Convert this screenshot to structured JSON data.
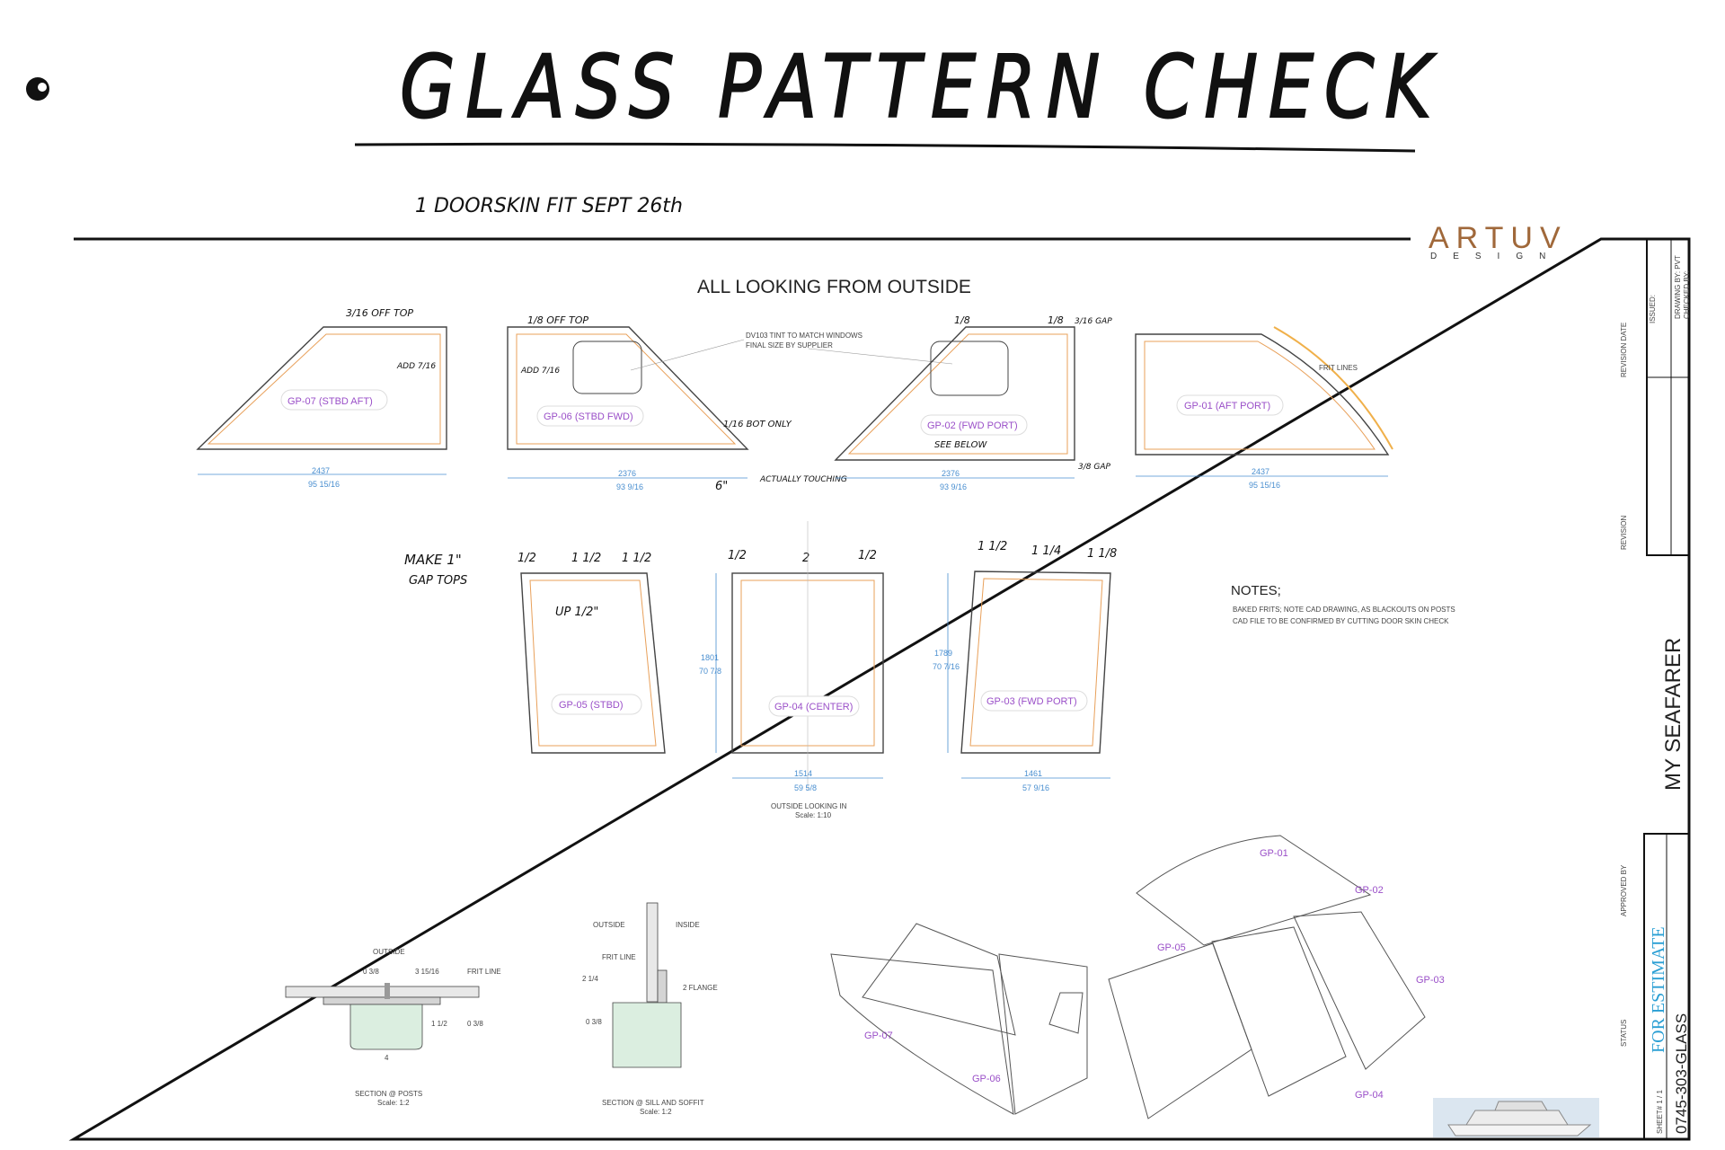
{
  "header": {
    "title": "GLASS PATTERN CHECK",
    "subtitle": "1 DOORSKIN FIT SEPT 26th"
  },
  "app": {
    "icon": "cursor-app-icon"
  },
  "sheet": {
    "heading": "ALL LOOKING FROM OUTSIDE",
    "brand_main": "ARTUV",
    "brand_sub": "DESIGN",
    "project": "MY SEAFARER",
    "stamp": "FOR ESTIMATE",
    "drawing_no": "0745-303-GLASS",
    "sheet_label": "SHEET# 1 / 1",
    "tb_issued": "ISSUED:",
    "tb_drawn": "DRAWING BY: PVT",
    "tb_checked": "CHECKED BY:",
    "tb_revision": "REVISION DATE",
    "tb_revision2": "REVISION",
    "tb_approved": "APPROVED BY",
    "tb_status": "STATUS"
  },
  "panels": {
    "gp07": "GP-07 (STBD AFT)",
    "gp06": "GP-06 (STBD FWD)",
    "gp02": "GP-02 (FWD PORT)",
    "gp01": "GP-01 (AFT PORT)",
    "gp05": "GP-05 (STBD)",
    "gp04": "GP-04 (CENTER)",
    "gp03": "GP-03 (FWD PORT)"
  },
  "dims": {
    "gp07_mm": "2437",
    "gp07_in": "95 15/16",
    "gp06_mm": "2376",
    "gp06_in": "93 9/16",
    "gp02_mm": "2376",
    "gp02_in": "93 9/16",
    "gp01_mm": "2437",
    "gp01_in": "95 15/16",
    "gp04_h_mm": "1801",
    "gp04_h_in": "70 7/8",
    "gp03_h_mm": "1789",
    "gp03_h_in": "70 7/16",
    "gp04_w_mm": "1514",
    "gp04_w_in": "59 5/8",
    "gp03_w_mm": "1461",
    "gp03_w_in": "57 9/16"
  },
  "annotations": {
    "tint": "DV103 TINT TO MATCH WINDOWS",
    "final_size": "FINAL SIZE BY SUPPLIER",
    "outside_looking_in": "OUTSIDE LOOKING IN",
    "scale": "Scale: 1:10",
    "notes_title": "NOTES;",
    "note1": "BAKED FRITS; NOTE CAD DRAWING, AS BLACKOUTS ON POSTS",
    "note2": "CAD FILE TO BE CONFIRMED BY CUTTING DOOR SKIN CHECK",
    "frit_lines": "FRIT LINES",
    "section_posts": "SECTION @ POSTS",
    "section_sill": "SECTION @ SILL AND SOFFIT",
    "scale2": "Scale: 1:2",
    "outside": "OUTSIDE",
    "inside": "INSIDE",
    "frit_line": "FRIT LINE",
    "flange": "2 FLANGE",
    "dim_38": "0 3/8",
    "dim_3_15": "3 15/16",
    "dim_4": "4",
    "dim_2_14": "2 1/4",
    "dim_1_12": "1 1/2"
  },
  "handwriting": {
    "off_top_316": "3/16 OFF TOP",
    "off_top_18": "1/8 OFF TOP",
    "add_716": "ADD 7/16",
    "add_716b": "ADD 7/16",
    "eighth": "1/8",
    "gap_316": "3/16 GAP",
    "bot_only": "1/16 BOT ONLY",
    "see_below": "SEE BELOW",
    "gap_38": "3/8 GAP",
    "actually_touching": "ACTUALLY TOUCHING",
    "make_gap": "MAKE 1\"",
    "gap_tops": "GAP TOPS",
    "up_half": "UP 1/2\"",
    "half": "1/2",
    "one_half": "1 1/2",
    "two": "2",
    "one_quarter": "1 1/4",
    "one_eighth": "1 1/8",
    "six": "6\"",
    "iso_gp01": "GP-01",
    "iso_gp02": "GP-02",
    "iso_gp03": "GP-03",
    "iso_gp04": "GP-04",
    "iso_gp05": "GP-05",
    "iso_gp06": "GP-06",
    "iso_gp07": "GP-07"
  }
}
